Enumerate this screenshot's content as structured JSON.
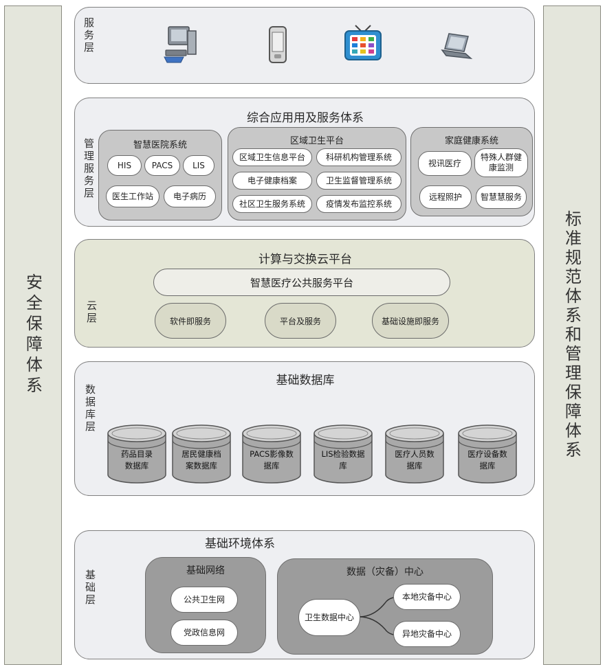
{
  "side_left": {
    "text": "安全保障体系"
  },
  "side_right": {
    "text": "标准规范体系和管理保障体系"
  },
  "service_layer": {
    "label": "服务层",
    "icons": [
      "desktop-computer-icon",
      "mobile-phone-icon",
      "tv-icon",
      "laptop-icon"
    ]
  },
  "management_layer": {
    "label": "管理服务层",
    "title": "综合应用用及服务体系",
    "hospital": {
      "title": "智慧医院系统",
      "items": [
        "HIS",
        "PACS",
        "LIS",
        "医生工作站",
        "电子病历"
      ]
    },
    "regional": {
      "title": "区域卫生平台",
      "items": [
        "区域卫生信息平台",
        "科研机构管理系统",
        "电子健康档案",
        "卫生监督管理系统",
        "社区卫生服务系统",
        "疫情发布监控系统"
      ]
    },
    "family": {
      "title": "家庭健康系统",
      "items": [
        "视讯医疗",
        "特殊人群健康监测",
        "远程照护",
        "智慧慧服务"
      ]
    }
  },
  "cloud_layer": {
    "label": "云层",
    "title": "计算与交换云平台",
    "platform": "智慧医疗公共服务平台",
    "services": [
      "软件即服务",
      "平台及服务",
      "基础设施即服务"
    ]
  },
  "database_layer": {
    "label": "数据库层",
    "title": "基础数据库",
    "dbs": [
      [
        "药品目录",
        "数据库"
      ],
      [
        "居民健康档",
        "案数据库"
      ],
      [
        "PACS影像数",
        "据库"
      ],
      [
        "LIS检验数据",
        "库"
      ],
      [
        "医疗人员数",
        "据库"
      ],
      [
        "医疗设备数",
        "据库"
      ]
    ]
  },
  "base_layer": {
    "label": "基础层",
    "title": "基础环境体系",
    "network": {
      "title": "基础网络",
      "items": [
        "公共卫生网",
        "党政信息网"
      ]
    },
    "datacenter": {
      "title": "数据（灾备）中心",
      "center": "卫生数据中心",
      "backups": [
        "本地灾备中心",
        "异地灾备中心"
      ]
    }
  },
  "colors": {
    "layer_bg": "#eeeff2",
    "cloud_bg": "#e4e6d6",
    "panel_bg": "#c8c8c8",
    "panel_dark": "#9c9c9c"
  }
}
